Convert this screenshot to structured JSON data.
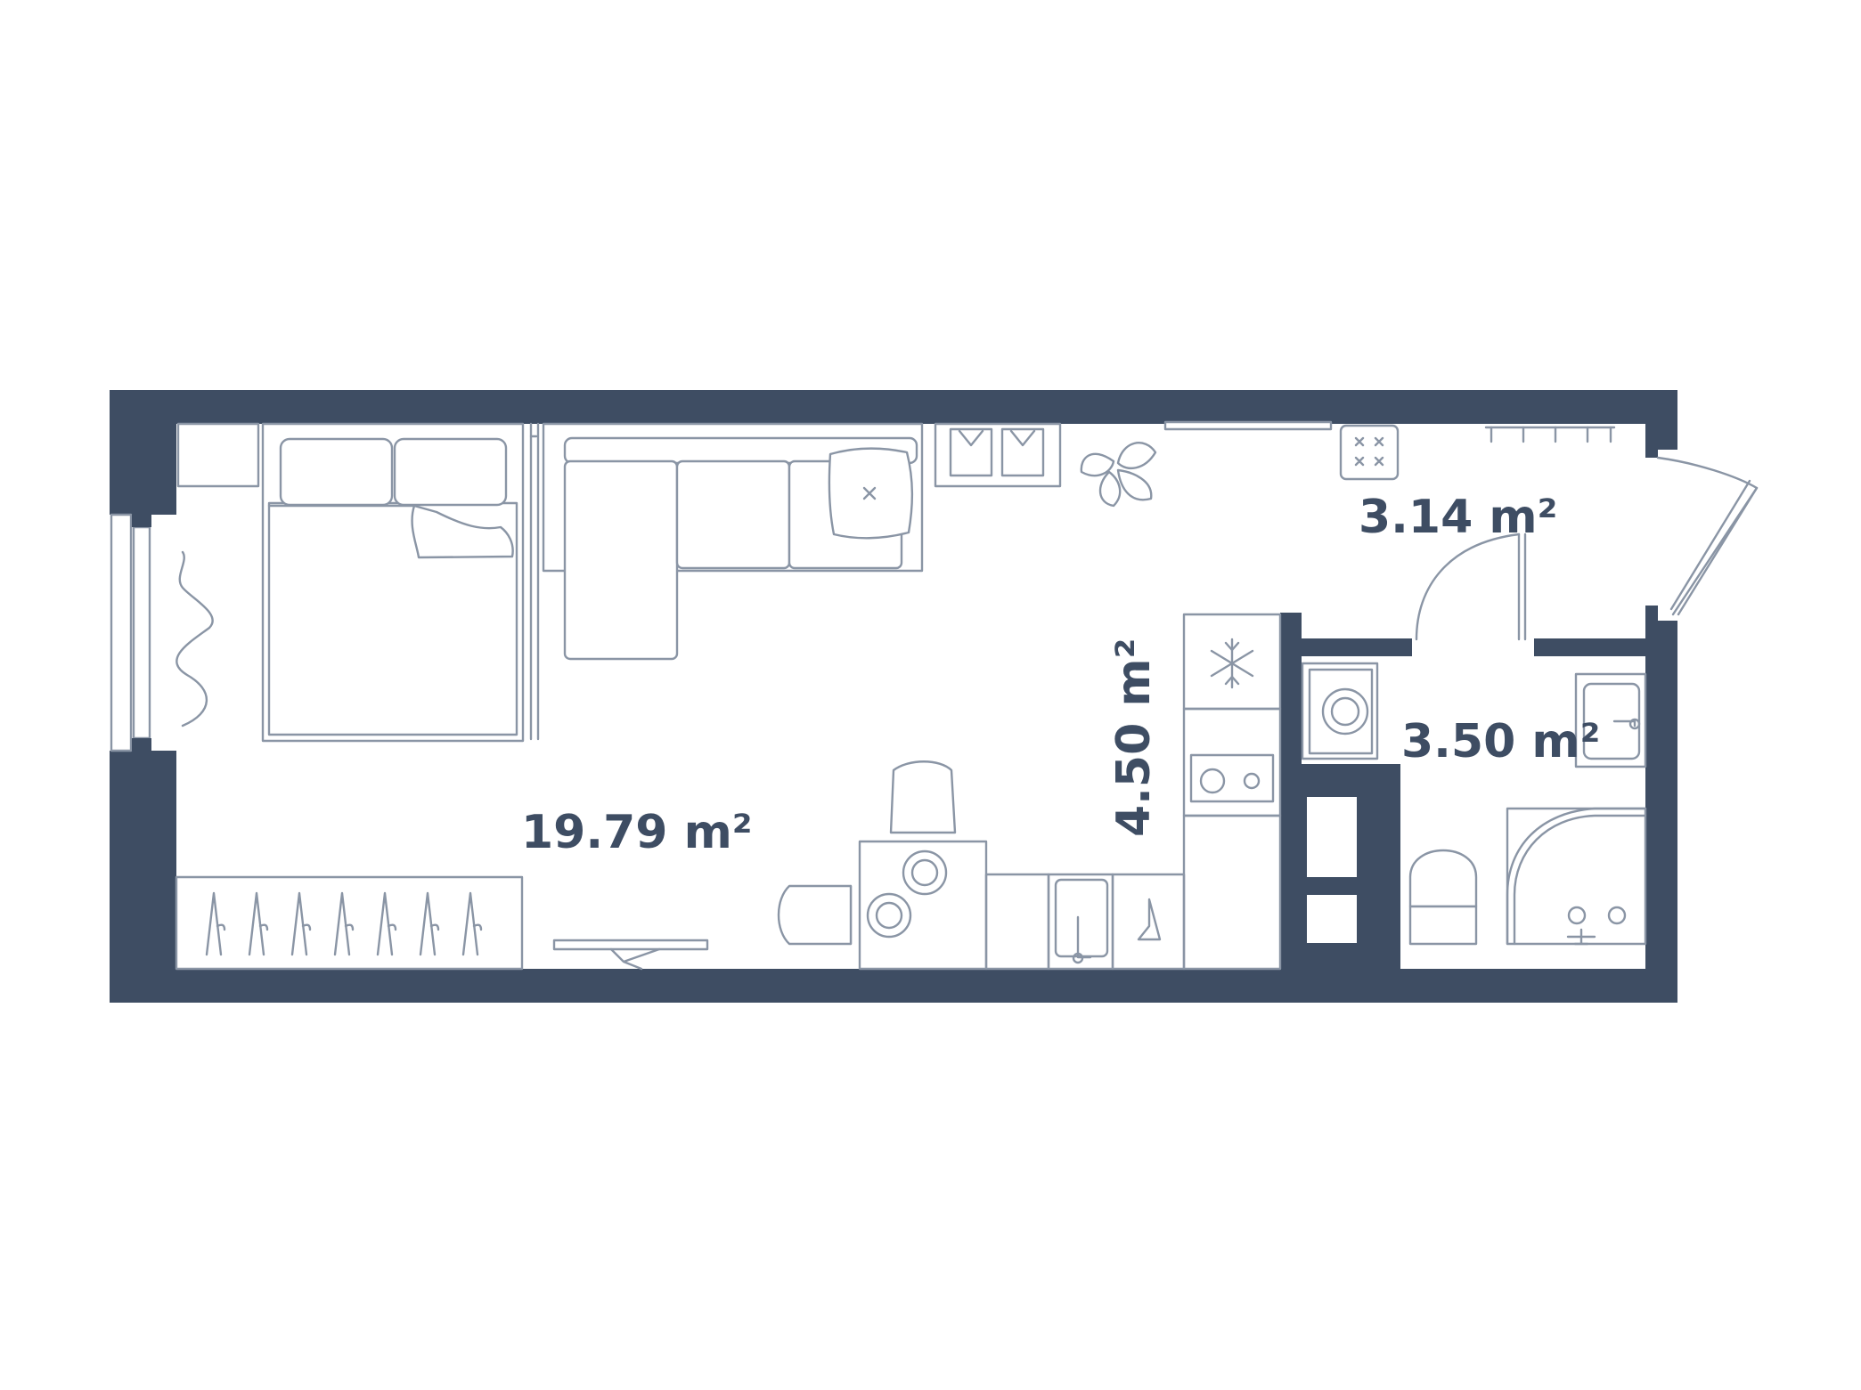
{
  "plan": {
    "rooms": [
      {
        "id": "living",
        "area": "19.79 m²"
      },
      {
        "id": "kitchen",
        "area": "4.50 m²"
      },
      {
        "id": "hall",
        "area": "3.14 m²"
      },
      {
        "id": "bathroom",
        "area": "3.50 m²"
      }
    ],
    "colors": {
      "wall": "#3e4d63",
      "furniture_line": "#8a95a5",
      "background": "#ffffff"
    },
    "icons": [
      "bed-icon",
      "sofa-icon",
      "armchair-icon",
      "dining-table-icon",
      "refrigerator-icon",
      "hob-icon",
      "sink-icon",
      "washing-machine-icon",
      "toilet-icon",
      "shower-icon",
      "hangers-icon",
      "plant-icon",
      "door-swing-icon"
    ]
  }
}
